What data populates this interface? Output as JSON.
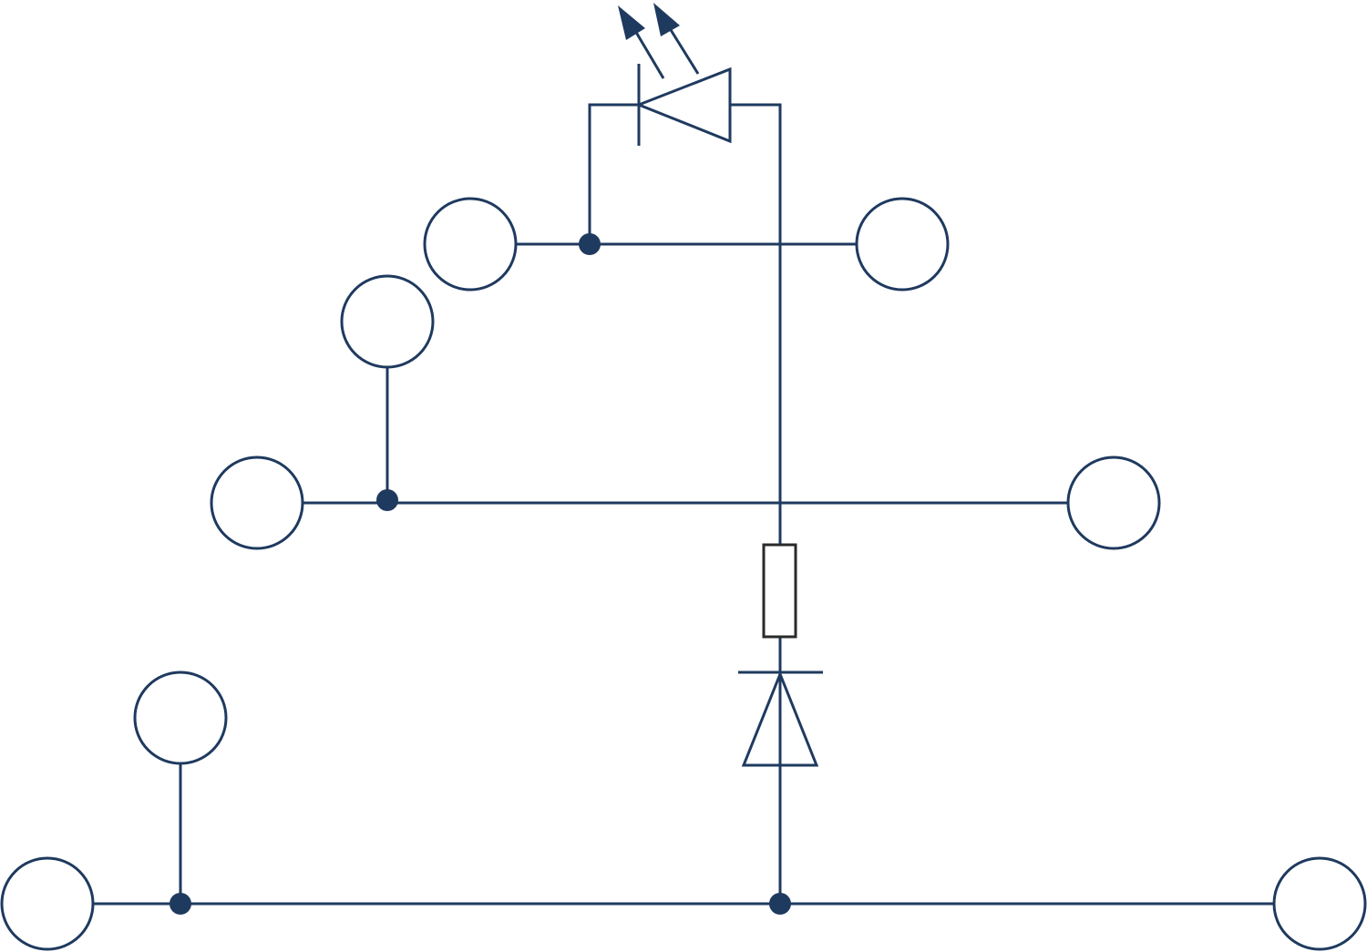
{
  "diagram": {
    "type": "terminal-block-circuit-schematic",
    "colors": {
      "line": "#1f3a5f",
      "resistor": "#2a2a2a",
      "background": "#ffffff"
    },
    "components": [
      {
        "name": "led",
        "symbol": "light-emitting-diode"
      },
      {
        "name": "resistor",
        "symbol": "resistor"
      },
      {
        "name": "diode",
        "symbol": "diode"
      }
    ],
    "terminals": 8,
    "junctions": 4
  }
}
